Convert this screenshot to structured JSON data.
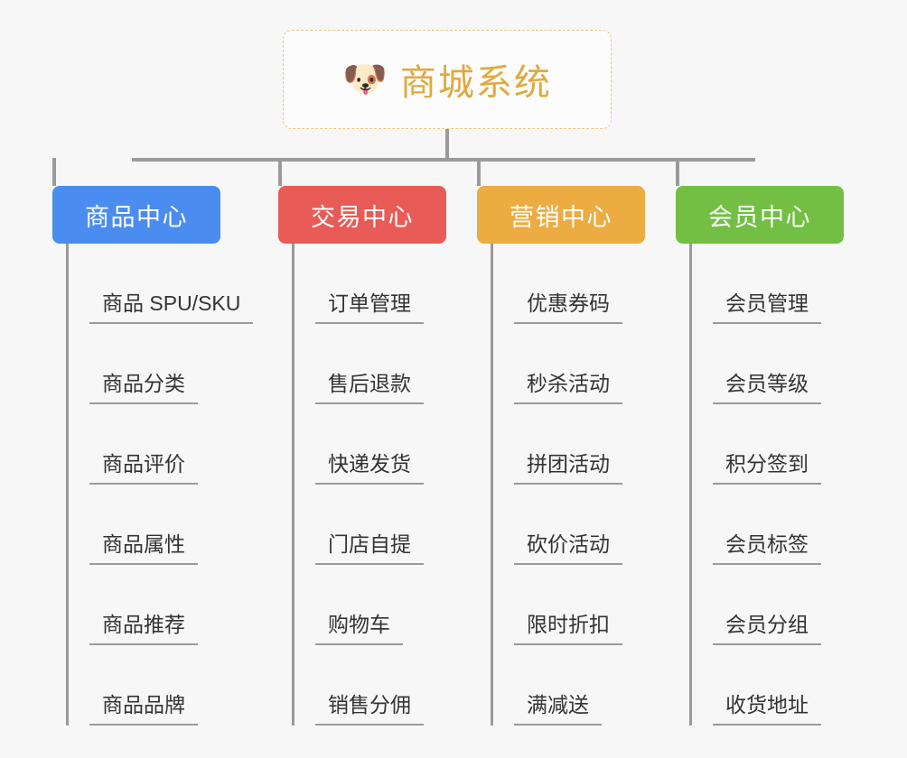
{
  "page": {
    "background_color": "#f7f7f7",
    "line_color": "#9a9a9a",
    "title": "商城系统"
  },
  "root": {
    "icon": "shiba-dog-face-emoji",
    "emoji": "🐶",
    "label": "商城系统",
    "text_color": "#e0a93f",
    "border_color": "#edc67e",
    "background_color": "#fcfcfc"
  },
  "branches": [
    {
      "label": "商品中心",
      "color": "#4a8cf0",
      "items": [
        "商品 SPU/SKU",
        "商品分类",
        "商品评价",
        "商品属性",
        "商品推荐",
        "商品品牌"
      ]
    },
    {
      "label": "交易中心",
      "color": "#e85b57",
      "items": [
        "订单管理",
        "售后退款",
        "快递发货",
        "门店自提",
        "购物车",
        "销售分佣"
      ]
    },
    {
      "label": "营销中心",
      "color": "#edac41",
      "items": [
        "优惠券码",
        "秒杀活动",
        "拼团活动",
        "砍价活动",
        "限时折扣",
        "满减送"
      ]
    },
    {
      "label": "会员中心",
      "color": "#72bf44",
      "items": [
        "会员管理",
        "会员等级",
        "积分签到",
        "会员标签",
        "会员分组",
        "收货地址"
      ]
    }
  ]
}
